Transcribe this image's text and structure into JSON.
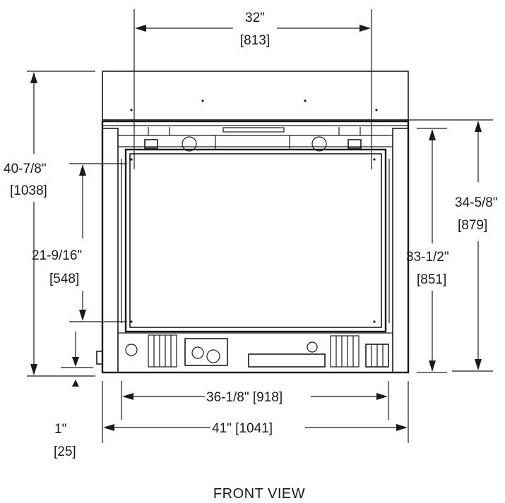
{
  "diagram": {
    "title": "FRONT VIEW",
    "dimensions": {
      "top_width_in": "32\"",
      "top_width_mm": "[813]",
      "overall_height_in": "40-7/8\"",
      "overall_height_mm": "[1038]",
      "viewing_height_in": "21-9/16\"",
      "viewing_height_mm": "[548]",
      "inner_height_in": "33-1/2\"",
      "inner_height_mm": "[851]",
      "body_height_in": "34-5/8\"",
      "body_height_mm": "[879]",
      "inner_width": "36-1/8\" [918]",
      "overall_width": "41\" [1041]",
      "base_offset_in": "1\"",
      "base_offset_mm": "[25]"
    }
  }
}
